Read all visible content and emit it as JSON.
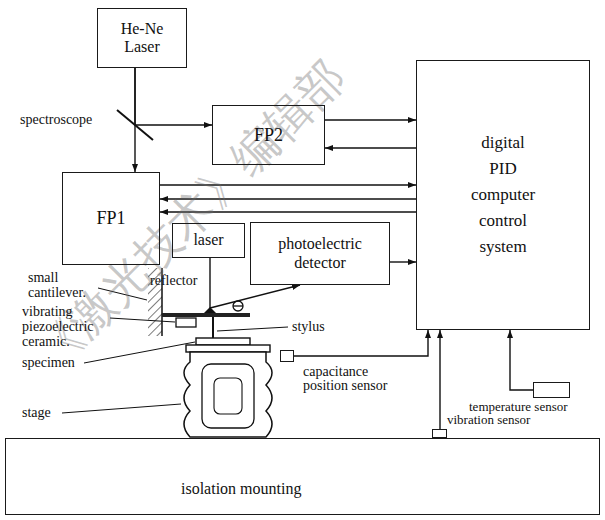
{
  "diagram": {
    "nodes": [
      {
        "text": [
          "He-Ne Laser"
        ]
      },
      {
        "text": [
          "FP2"
        ]
      },
      {
        "text": [
          "digital PID computer control system"
        ]
      },
      {
        "text": [
          "FP1"
        ]
      },
      {
        "text": [
          "laser"
        ]
      },
      {
        "text": [
          "photoelectric detector"
        ]
      },
      {
        "text": [
          "capacitance position sensor"
        ]
      },
      {
        "text": [
          "temperature sensor"
        ]
      },
      {
        "text": [
          "vibration sensor"
        ]
      },
      {
        "text": [
          "isolation mounting"
        ]
      }
    ],
    "edges": [
      {
        "from": 0,
        "to": 1,
        "arrow": "to"
      },
      {
        "from": 0,
        "to": 3,
        "arrow": "to"
      },
      {
        "from": 1,
        "to": 2,
        "arrow": "to"
      },
      {
        "from": 2,
        "to": 1,
        "arrow": "to"
      },
      {
        "from": 3,
        "to": 2,
        "arrow": "to"
      },
      {
        "from": 2,
        "to": 3,
        "arrow": "to"
      },
      {
        "from": 2,
        "to": 3,
        "arrow": "to"
      },
      {
        "from": 4,
        "to": 5,
        "arrow": "to"
      },
      {
        "from": 5,
        "to": 2,
        "arrow": "to"
      },
      {
        "from": 6,
        "to": 2,
        "arrow": "to"
      },
      {
        "from": 8,
        "to": 2,
        "arrow": "to"
      },
      {
        "from": 7,
        "to": 2,
        "arrow": "to"
      }
    ],
    "labels": [
      "spectroscope",
      "small cantilever.",
      "reflector",
      "vibrating piezoelectric ceramic.",
      "stylus",
      "specimen",
      "stage",
      "《激光技术》编辑部"
    ]
  }
}
